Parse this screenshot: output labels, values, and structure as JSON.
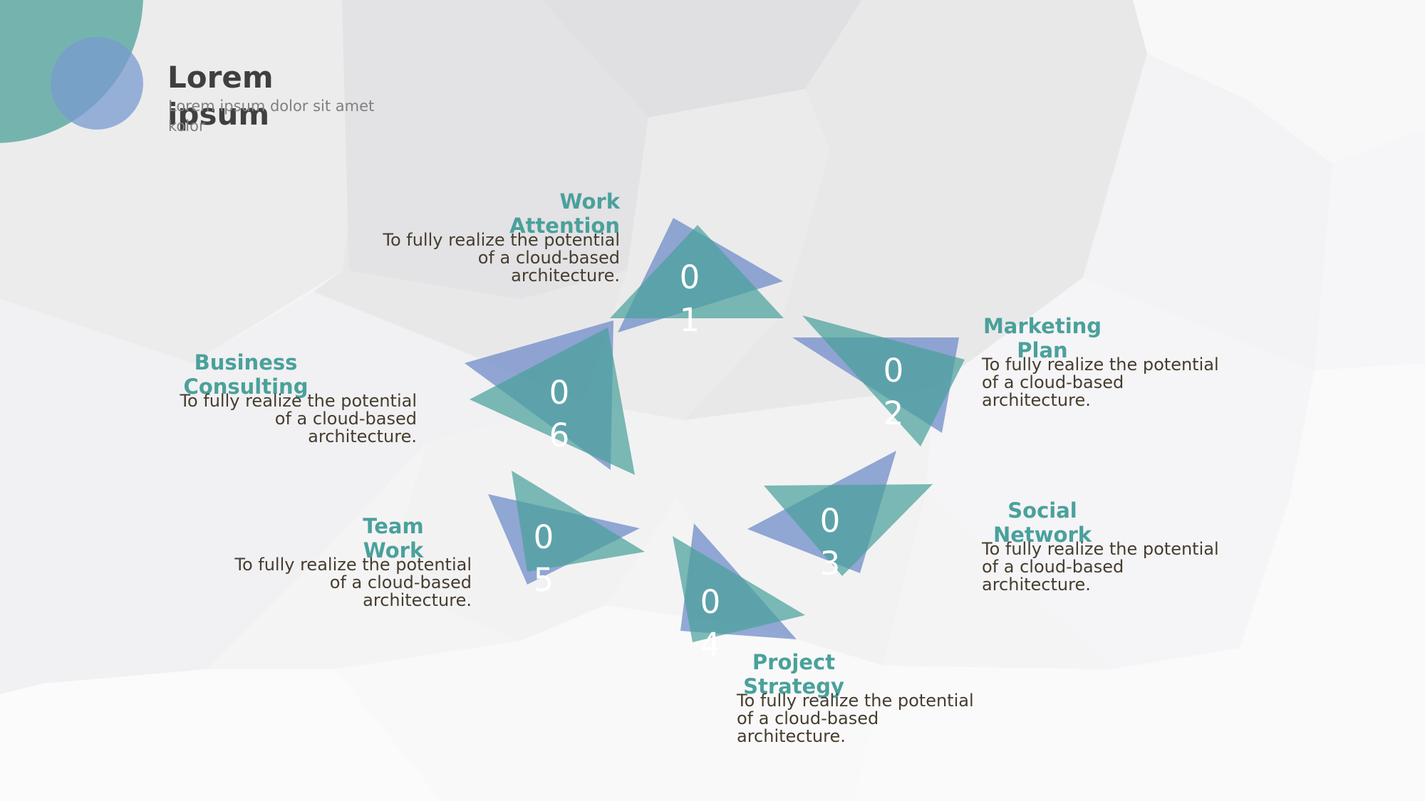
{
  "header": {
    "title": "Lorem ipsum",
    "subtitle": "Lorem ipsum dolor sit amet kolor"
  },
  "colors": {
    "teal": "#4aa19b",
    "blue": "#6f8cc8",
    "text_dark": "#453d2f",
    "title_gray": "#3f3f3f",
    "subtitle_gray": "#808080"
  },
  "steps": [
    {
      "number": "01",
      "digit_1": "0",
      "digit_2": "1",
      "title": "Work Attention",
      "description": "To fully realize the potential of a cloud-based architecture."
    },
    {
      "number": "02",
      "digit_1": "0",
      "digit_2": "2",
      "title": "Marketing Plan",
      "description": "To fully realize the potential of a cloud-based architecture."
    },
    {
      "number": "03",
      "digit_1": "0",
      "digit_2": "3",
      "title": "Social Network",
      "description": "To fully realize the potential of a cloud-based architecture."
    },
    {
      "number": "04",
      "digit_1": "0",
      "digit_2": "4",
      "title": "Project Strategy",
      "description": "To fully realize the potential of a cloud-based architecture."
    },
    {
      "number": "05",
      "digit_1": "0",
      "digit_2": "5",
      "title": "Team Work",
      "description": "To fully realize the potential of a cloud-based architecture."
    },
    {
      "number": "06",
      "digit_1": "0",
      "digit_2": "6",
      "title": "Business Consulting",
      "description": "To fully realize the potential of a cloud-based architecture."
    }
  ]
}
